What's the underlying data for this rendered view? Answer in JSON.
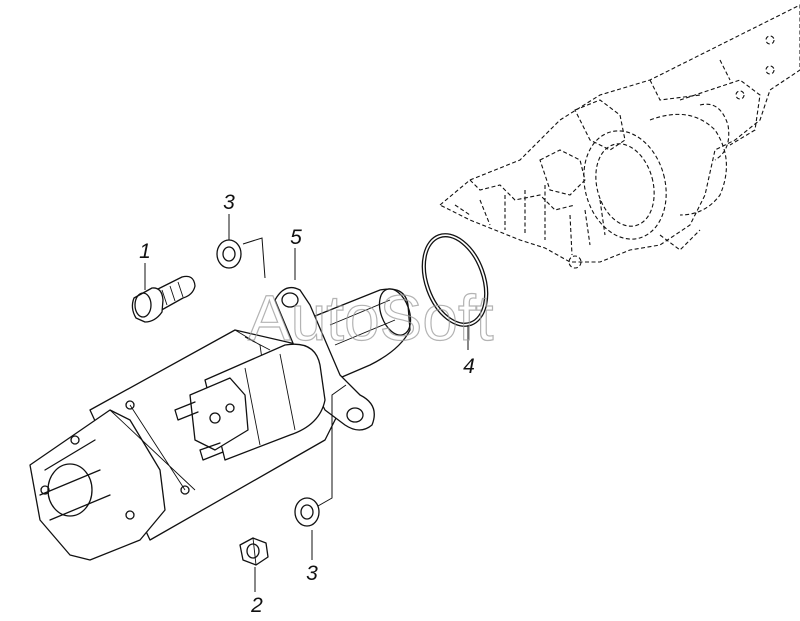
{
  "watermark": {
    "text": "AutoSoft"
  },
  "callouts": [
    {
      "id": "c1",
      "label": "1"
    },
    {
      "id": "c2",
      "label": "2"
    },
    {
      "id": "c3a",
      "label": "3"
    },
    {
      "id": "c3b",
      "label": "3"
    },
    {
      "id": "c4",
      "label": "4"
    },
    {
      "id": "c5",
      "label": "5"
    }
  ]
}
